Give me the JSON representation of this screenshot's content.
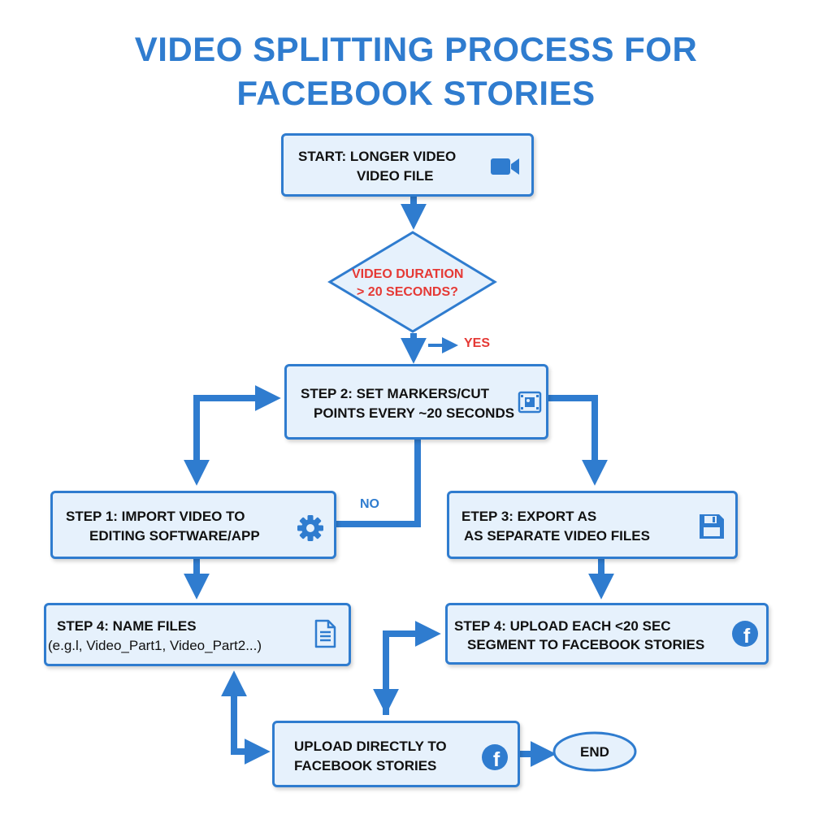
{
  "title": {
    "line1": "VIDEO SPLITTING PROCESS FOR",
    "line2": "FACEBOOK STORIES"
  },
  "nodes": {
    "start": {
      "line1": "START: LONGER VIDEO",
      "line2": "VIDEO FILE",
      "icon": "video-camera-icon"
    },
    "decision": {
      "line1": "VIDEO DURATION",
      "line2": "> 20 SECONDS?"
    },
    "step2": {
      "line1": "STEP 2: SET MARKERS/CUT",
      "line2": "POINTS EVERY ~20 SECONDS",
      "icon": "film-frame-icon"
    },
    "step1": {
      "line1": "STEP 1: IMPORT VIDEO TO",
      "line2": "EDITING SOFTWARE/APP",
      "icon": "gear-icon"
    },
    "step3": {
      "line1": "ETEP 3: EXPORT AS",
      "line2": "AS SEPARATE VIDEO FILES",
      "icon": "floppy-disk-icon"
    },
    "step4_name": {
      "line1": "STEP 4: NAME FILES",
      "line2": "(e.g.l, Video_Part1, Video_Part2...)",
      "icon": "document-icon"
    },
    "step4_upload": {
      "line1": "STEP 4: UPLOAD EACH <20 SEC",
      "line2": "SEGMENT TO FACEBOOK STORIES",
      "icon": "facebook-icon"
    },
    "upload_direct": {
      "line1": "UPLOAD DIRECTLY TO",
      "line2": "FACEBOOK STORIES",
      "icon": "facebook-icon"
    },
    "end": {
      "label": "END"
    }
  },
  "edge_labels": {
    "yes": "YES",
    "no": "NO"
  },
  "colors": {
    "accent": "#2f7ccf",
    "box_fill": "#e6f1fc",
    "decision_text": "#e53935",
    "text": "#111111"
  }
}
